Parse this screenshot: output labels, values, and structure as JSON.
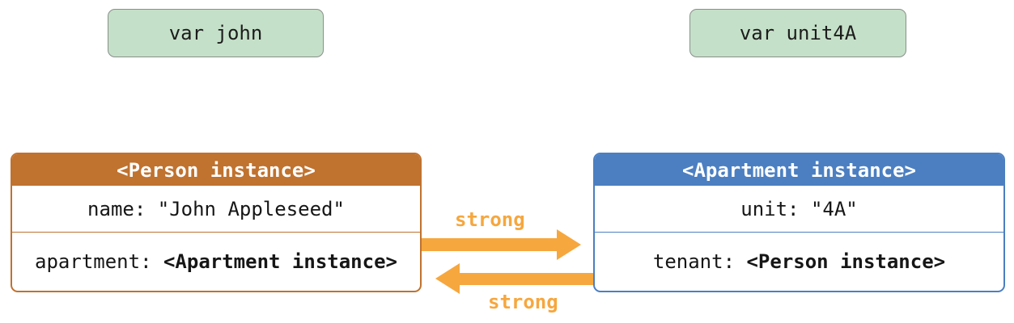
{
  "colors": {
    "var_box_fill": "#c5e0c8",
    "var_box_border": "#8a8f8c",
    "person_accent": "#c0722f",
    "apartment_accent": "#4b7fc1",
    "arrow": "#f6a73e",
    "header_text": "#ffffff",
    "body_text": "#161616"
  },
  "var_boxes": {
    "john": {
      "label": "var john"
    },
    "unit4a": {
      "label": "var unit4A"
    }
  },
  "person_box": {
    "title": "<Person instance>",
    "rows": [
      {
        "label": "name: ",
        "value": "\"John Appleseed\""
      },
      {
        "label": "apartment: ",
        "value": "<Apartment instance>"
      }
    ]
  },
  "apartment_box": {
    "title": "<Apartment instance>",
    "rows": [
      {
        "label": "unit: ",
        "value": "\"4A\""
      },
      {
        "label": "tenant: ",
        "value": "<Person instance>"
      }
    ]
  },
  "arrows": {
    "forward": {
      "label": "strong",
      "direction": "right"
    },
    "backward": {
      "label": "strong",
      "direction": "left"
    }
  }
}
